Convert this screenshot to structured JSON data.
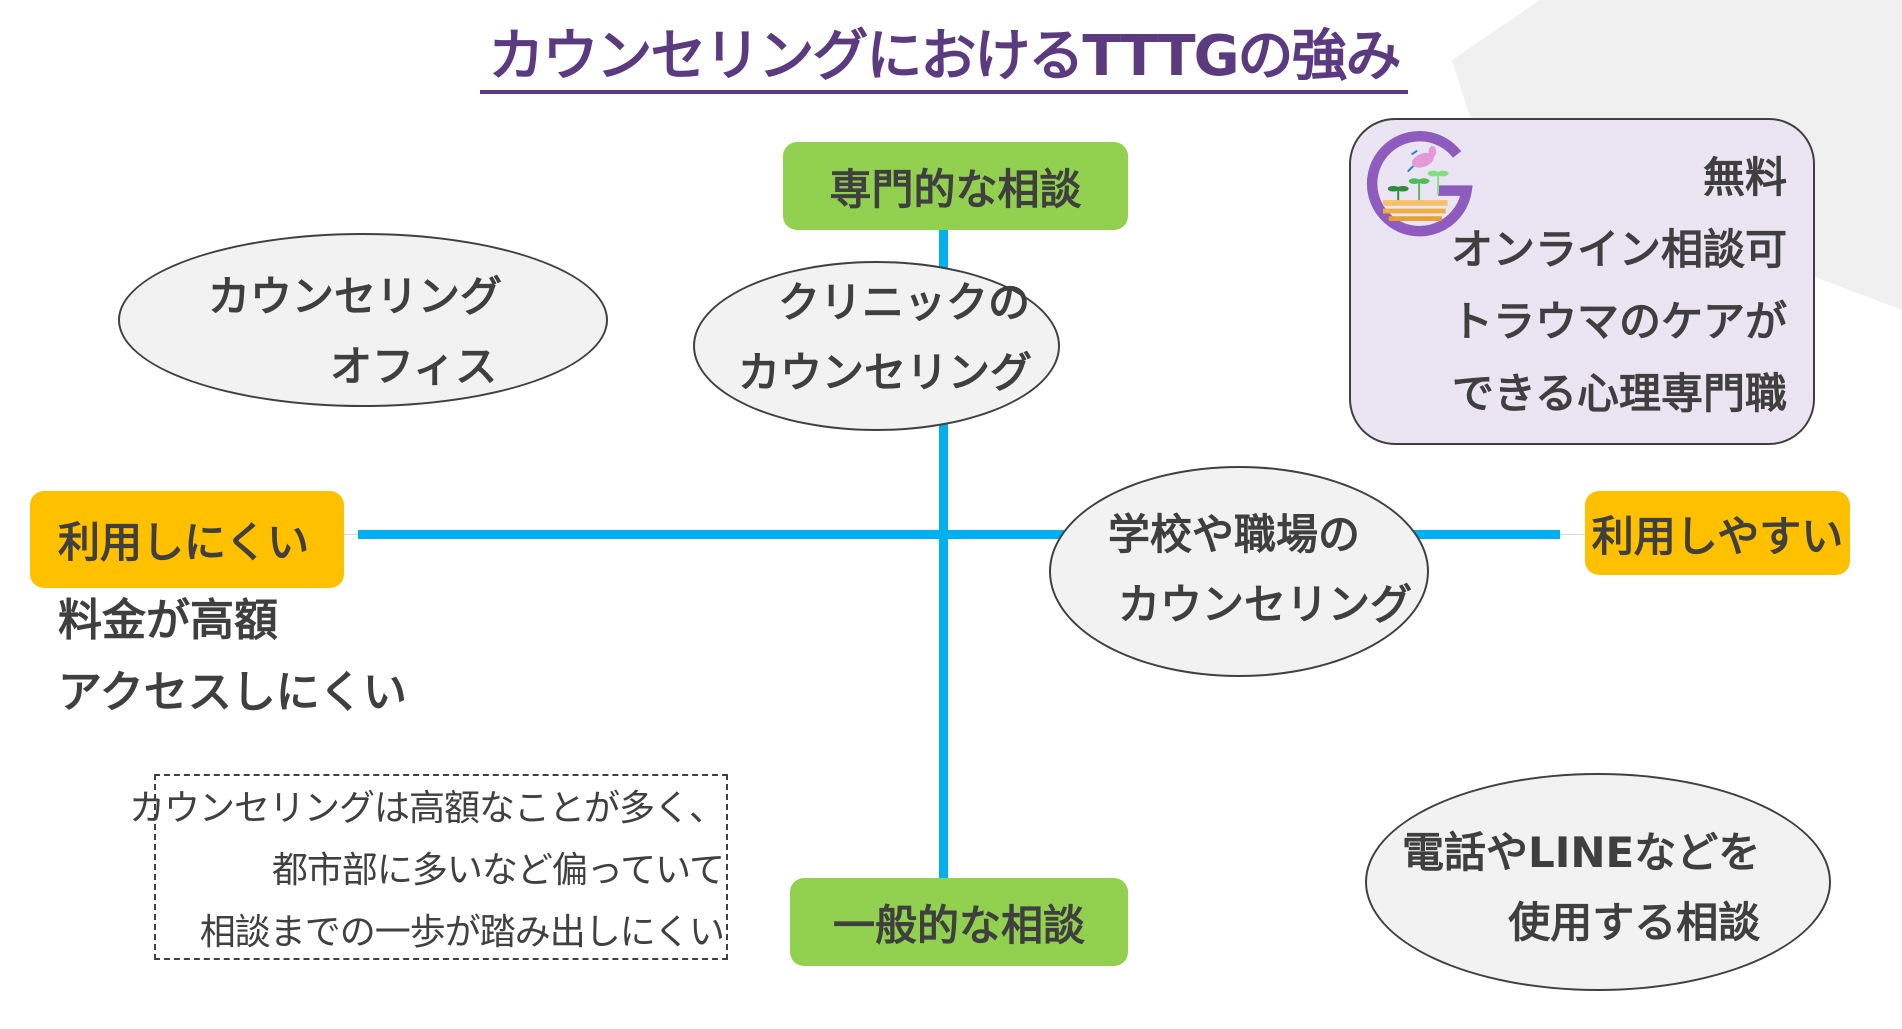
{
  "slide": {
    "title": "カウンセリングにおけるTTTGの強み",
    "colors": {
      "title": "#5b3a80",
      "axis": "#00b0f0",
      "green_label": "#92d050",
      "yellow_label": "#ffc000",
      "ellipse_fill": "#f2f2f2",
      "purple_box_fill": "#ebe4f3",
      "text": "#3f3f3f"
    }
  },
  "axes": {
    "top_label": "専門的な相談",
    "bottom_label": "一般的な相談",
    "left_label": "利用しにくい",
    "right_label": "利用しやすい"
  },
  "left_notes": [
    "料金が高額",
    "アクセスしにくい"
  ],
  "ellipses": {
    "office": [
      "カウンセリング",
      "オフィス"
    ],
    "clinic": [
      "クリニックの",
      "カウンセリング"
    ],
    "school": [
      "学校や職場の",
      "カウンセリング"
    ],
    "phone": [
      "電話やLINEなどを",
      "使用する相談"
    ]
  },
  "tttg_box": {
    "logo": "tttg-logo-icon",
    "lines": [
      "無料",
      "オンライン相談可",
      "トラウマのケアが",
      "できる心理専門職"
    ]
  },
  "note_box": {
    "lines": [
      "カウンセリングは高額なことが多く、",
      "都市部に多いなど偏っていて",
      "相談までの一歩が踏み出しにくい"
    ]
  }
}
